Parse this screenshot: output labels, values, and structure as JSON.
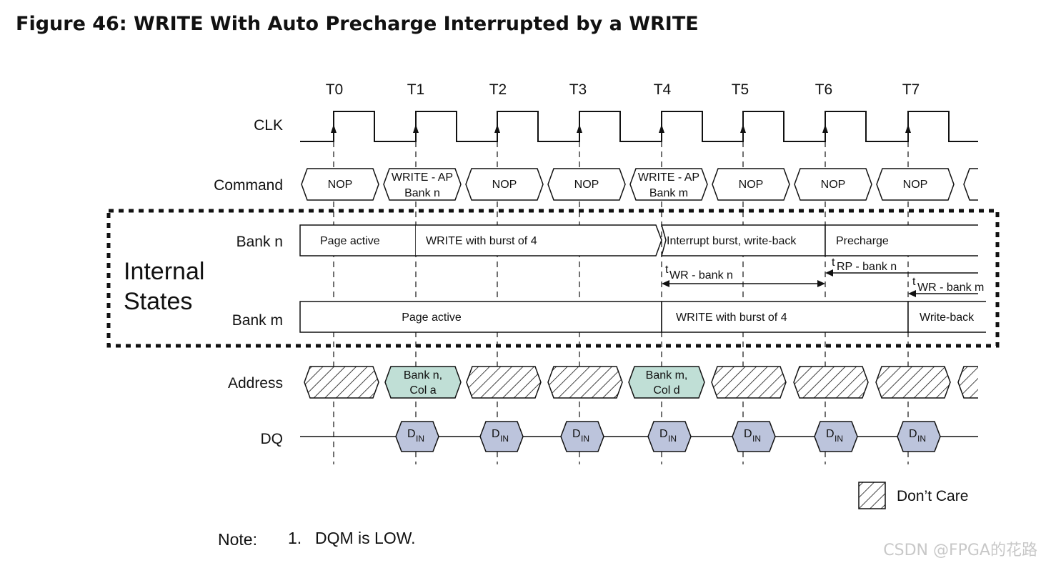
{
  "title": "Figure 46: WRITE With Auto Precharge Interrupted by a WRITE",
  "clock_labels": [
    "T0",
    "T1",
    "T2",
    "T3",
    "T4",
    "T5",
    "T6",
    "T7"
  ],
  "signals": {
    "clk": "CLK",
    "command": "Command",
    "bank_n": "Bank n",
    "bank_m": "Bank m",
    "address": "Address",
    "dq": "DQ"
  },
  "internal_states": {
    "line1": "Internal",
    "line2": "States"
  },
  "commands": [
    {
      "line1": "NOP",
      "line2": ""
    },
    {
      "line1": "WRITE - AP",
      "line2": "Bank n"
    },
    {
      "line1": "NOP",
      "line2": ""
    },
    {
      "line1": "NOP",
      "line2": ""
    },
    {
      "line1": "WRITE - AP",
      "line2": "Bank m"
    },
    {
      "line1": "NOP",
      "line2": ""
    },
    {
      "line1": "NOP",
      "line2": ""
    },
    {
      "line1": "NOP",
      "line2": ""
    }
  ],
  "bank_n_states": [
    "Page active",
    "WRITE with burst of 4",
    "Interrupt burst, write-back",
    "Precharge"
  ],
  "bank_m_states": [
    "Page active",
    "WRITE with burst of 4",
    "Write-back"
  ],
  "timing": {
    "twr_n": {
      "t": "t",
      "sub": "WR - bank n"
    },
    "trp_n": {
      "t": "t",
      "sub": "RP - bank n"
    },
    "twr_m": {
      "t": "t",
      "sub": "WR - bank m"
    }
  },
  "addresses": [
    {
      "line1": "Bank n,",
      "line2": "Col a"
    },
    {
      "line1": "Bank m,",
      "line2": "Col d"
    }
  ],
  "dq": {
    "main": "D",
    "sub": "IN",
    "count": 7
  },
  "legend": {
    "dont_care": "Don’t Care"
  },
  "note": {
    "label": "Note:",
    "number": "1.",
    "text": "DQM is LOW."
  },
  "watermark": "CSDN @FPGA的花路",
  "colors": {
    "address_fill": "#c0dfd6",
    "dq_fill": "#bcc4dc",
    "line": "#111111"
  }
}
